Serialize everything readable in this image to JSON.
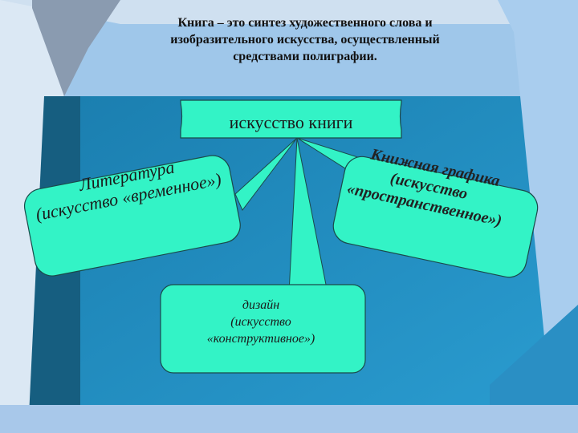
{
  "title_lines": [
    "Книга – это синтез художественного слова и",
    "изобразительного искусства, осуществленный",
    "средствами полиграфии."
  ],
  "center": {
    "label": "искусство книги"
  },
  "left": {
    "lines": [
      "Литература",
      "(искусство «временное»)"
    ]
  },
  "right": {
    "lines": [
      "Книжная графика",
      "(искусство",
      "«пространственное»)"
    ]
  },
  "bottom": {
    "lines": [
      "дизайн",
      "(искусство",
      "«конструктивное»)"
    ]
  },
  "colors": {
    "box_fill": "#33f3c6",
    "panel": "#1f88b8",
    "accent_dark": "#165e80",
    "background": "#9fc7ea"
  }
}
